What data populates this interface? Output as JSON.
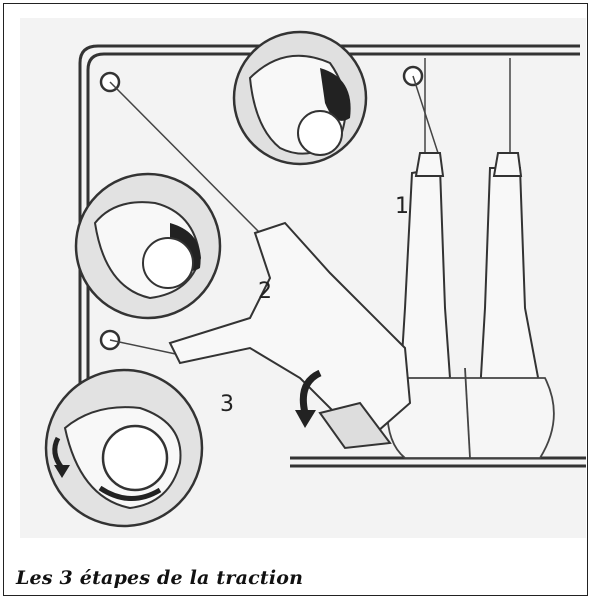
{
  "caption": "Les 3 étapes de la traction",
  "step_labels": [
    "1",
    "2",
    "3"
  ]
}
